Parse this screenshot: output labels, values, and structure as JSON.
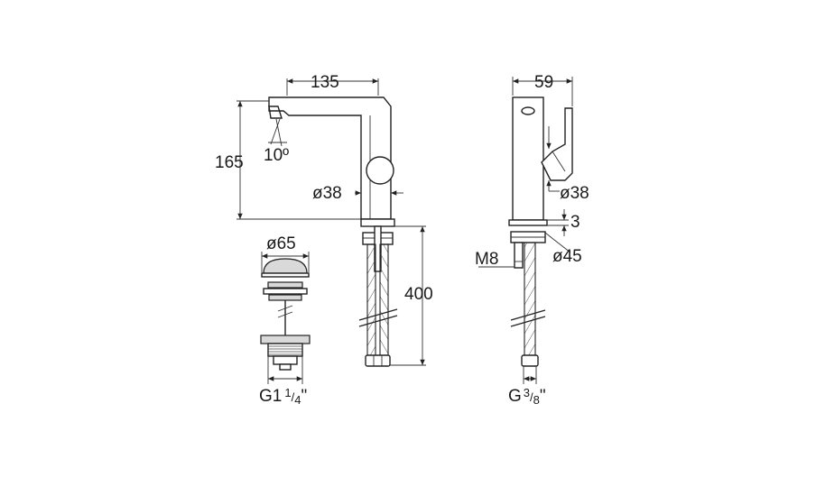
{
  "drawing": {
    "front_view": {
      "spout_length": "135",
      "height": "165",
      "spout_angle": "10º",
      "body_diameter": "ø38",
      "hose_length": "400"
    },
    "side_view": {
      "body_width": "59",
      "body_diameter": "ø38",
      "plate_thickness": "3",
      "base_diameter": "ø45",
      "stud_thread": "M8",
      "hose_thread_main": "G",
      "hose_thread_num": "3",
      "hose_thread_den": "8",
      "hose_thread_suffix": "\""
    },
    "waste_valve": {
      "diameter": "ø65",
      "thread_main": "G1",
      "thread_num": "1",
      "thread_den": "4",
      "thread_suffix": "\""
    }
  }
}
